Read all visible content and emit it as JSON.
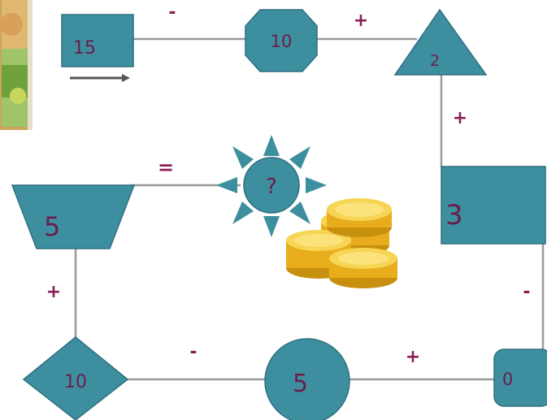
{
  "colors": {
    "shape_fill": "#3d8fa0",
    "shape_stroke": "#2e6f80",
    "text": "#6b1d4a",
    "operator": "#8a1f55",
    "connector": "#9a9a9a",
    "coin": "#f2c230"
  },
  "nodes": {
    "start_rect": "15",
    "octagon": "10",
    "triangle": "2",
    "right_rect": "3",
    "rounded_square": "0",
    "circle": "5",
    "diamond": "10",
    "trapezoid": "5",
    "sun": "?"
  },
  "operators": {
    "rect_to_octagon": "-",
    "octagon_to_triangle": "+",
    "triangle_to_rect": "+",
    "rect_to_rounded": "-",
    "rounded_to_circle": "+",
    "circle_to_diamond": "-",
    "diamond_to_trapezoid": "+",
    "trapezoid_to_sun": "="
  },
  "icons": {
    "direction_arrow": "arrow-right-icon",
    "coins": "gold-coins-icon",
    "corner_image": "cartoon-picture-icon"
  }
}
